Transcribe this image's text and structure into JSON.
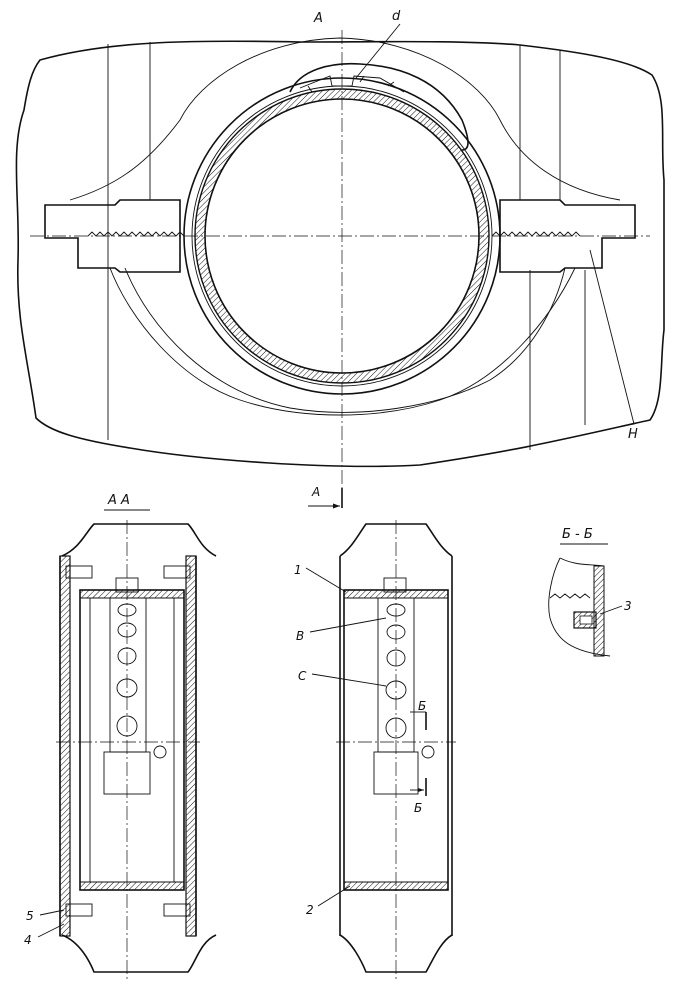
{
  "labels": {
    "section_mark_top": "А",
    "detail_d": "d",
    "detail_h": "Н",
    "section_arrow": "А",
    "section_aa": "А  А",
    "section_bb": "Б - Б",
    "item_1": "1",
    "item_2": "2",
    "item_3": "3",
    "item_4": "4",
    "item_5": "5",
    "callout_b": "В",
    "callout_c": "С",
    "cut_b_upper": "Б",
    "cut_b_lower": "Б"
  }
}
